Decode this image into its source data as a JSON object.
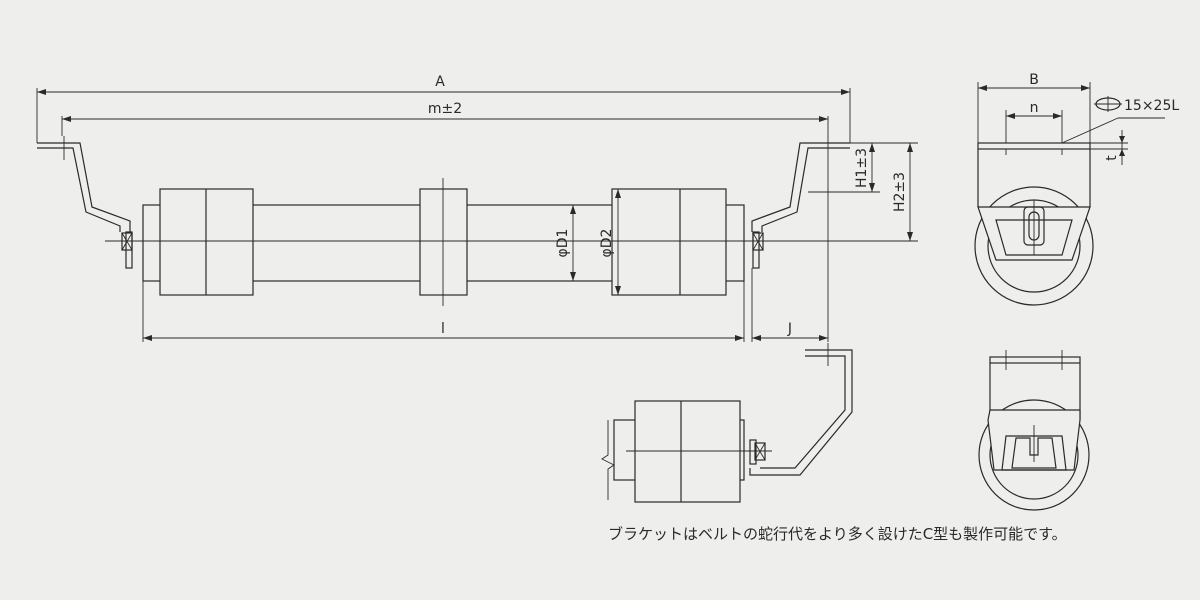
{
  "dimensions": {
    "A": "A",
    "m": "m±2",
    "l": "l",
    "J": "J",
    "D1": "φD1",
    "D2": "φD2",
    "H1": "H1±3",
    "H2": "H2±3",
    "B": "B",
    "n": "n",
    "slot": "15×25L",
    "t": "t"
  },
  "note": "ブラケットはベルトの蛇行代をより多く設けたC型も製作可能です。"
}
